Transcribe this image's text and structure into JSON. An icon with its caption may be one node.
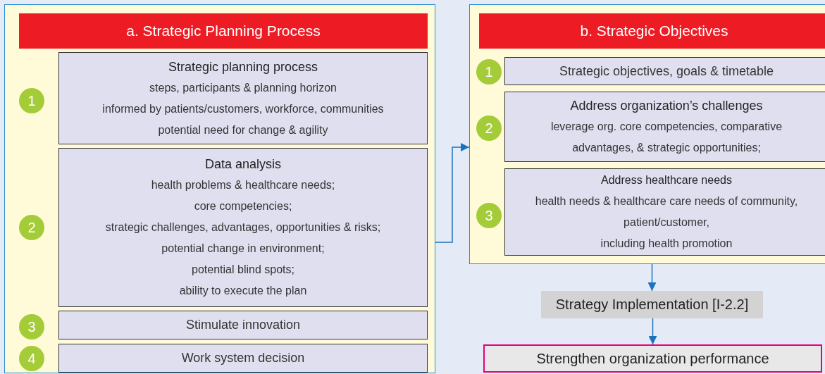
{
  "diagram": {
    "nodes": [
      {
        "text": [],
        "shape": "box"
      },
      {
        "text": [
          "a. Strategic Planning Process"
        ],
        "in": 0
      },
      {
        "text": [
          "1"
        ],
        "in": 0
      },
      {
        "text": [
          "Strategic planning process",
          "steps, participants & planning horizon",
          "informed by patients/customers, workforce, communities",
          "potential need for change & agility"
        ],
        "in": 0
      },
      {
        "text": [
          "2"
        ],
        "in": 0
      },
      {
        "text": [
          "Data analysis",
          "health problems & healthcare needs;",
          "core competencies;",
          "strategic challenges, advantages, opportunities & risks;",
          "potential change in environment;",
          "potential blind spots;",
          "ability to execute the plan"
        ],
        "in": 0
      },
      {
        "text": [
          "3"
        ],
        "in": 0
      },
      {
        "text": [
          "Stimulate innovation"
        ],
        "in": 0
      },
      {
        "text": [
          "4"
        ],
        "in": 0
      },
      {
        "text": [
          "Work system decision"
        ],
        "in": 0
      },
      {
        "text": [],
        "shape": "box"
      },
      {
        "text": [
          "b. Strategic Objectives"
        ],
        "in": 10
      },
      {
        "text": [
          "1"
        ],
        "in": 10
      },
      {
        "text": [
          "Strategic objectives, goals & timetable"
        ],
        "in": 10
      },
      {
        "text": [
          "2"
        ],
        "in": 10
      },
      {
        "text": [
          "Address organization’s challenges",
          "leverage org. core competencies, comparative advantages, & strategic opportunities;"
        ],
        "in": 10
      },
      {
        "text": [
          "3"
        ],
        "in": 10
      },
      {
        "text": [
          "Address healthcare needs",
          "health needs & healthcare care needs of community,",
          "patient/customer,",
          "including health promotion"
        ],
        "in": 10
      },
      {
        "text": [
          "Strategy Implementation [I-2.2]"
        ]
      },
      {
        "text": [
          "Strengthen organization performance"
        ]
      }
    ],
    "edges": [
      {
        "from": 0,
        "to": 10,
        "arrow": "to"
      },
      {
        "from": 10,
        "to": 18,
        "arrow": "to"
      },
      {
        "from": 18,
        "to": 19,
        "arrow": "to"
      }
    ]
  }
}
